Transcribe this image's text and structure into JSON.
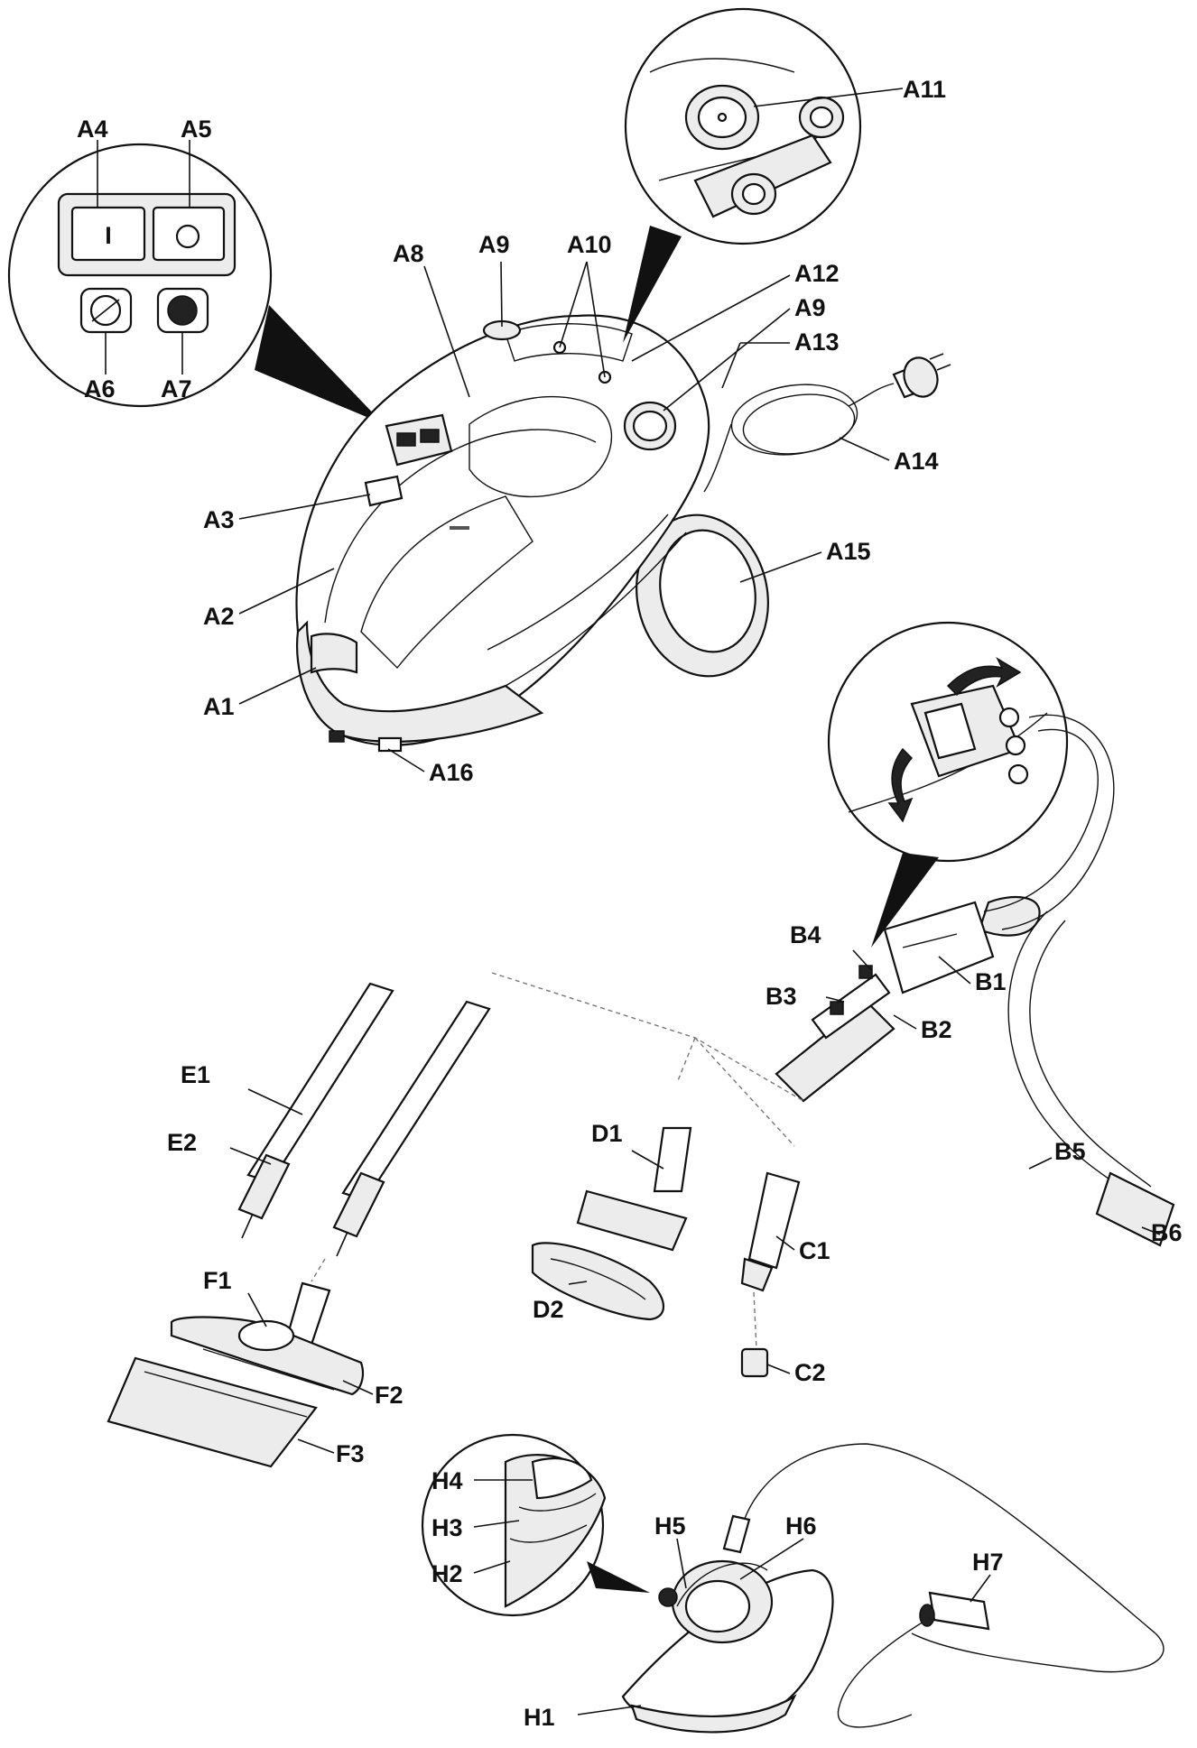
{
  "labels": {
    "A1": "A1",
    "A2": "A2",
    "A3": "A3",
    "A4": "A4",
    "A5": "A5",
    "A6": "A6",
    "A7": "A7",
    "A8": "A8",
    "A9": "A9",
    "A10": "A10",
    "A11": "A11",
    "A12": "A12",
    "A13": "A13",
    "A14": "A14",
    "A15": "A15",
    "A16": "A16",
    "B1": "B1",
    "B2": "B2",
    "B3": "B3",
    "B4": "B4",
    "B5": "B5",
    "B6": "B6",
    "C1": "C1",
    "C2": "C2",
    "D1": "D1",
    "D2": "D2",
    "E1": "E1",
    "E2": "E2",
    "F1": "F1",
    "F2": "F2",
    "F3": "F3",
    "H1": "H1",
    "H2": "H2",
    "H3": "H3",
    "H4": "H4",
    "H5": "H5",
    "H6": "H6",
    "H7": "H7"
  },
  "switch_symbols": {
    "on": "I",
    "off": "O"
  }
}
